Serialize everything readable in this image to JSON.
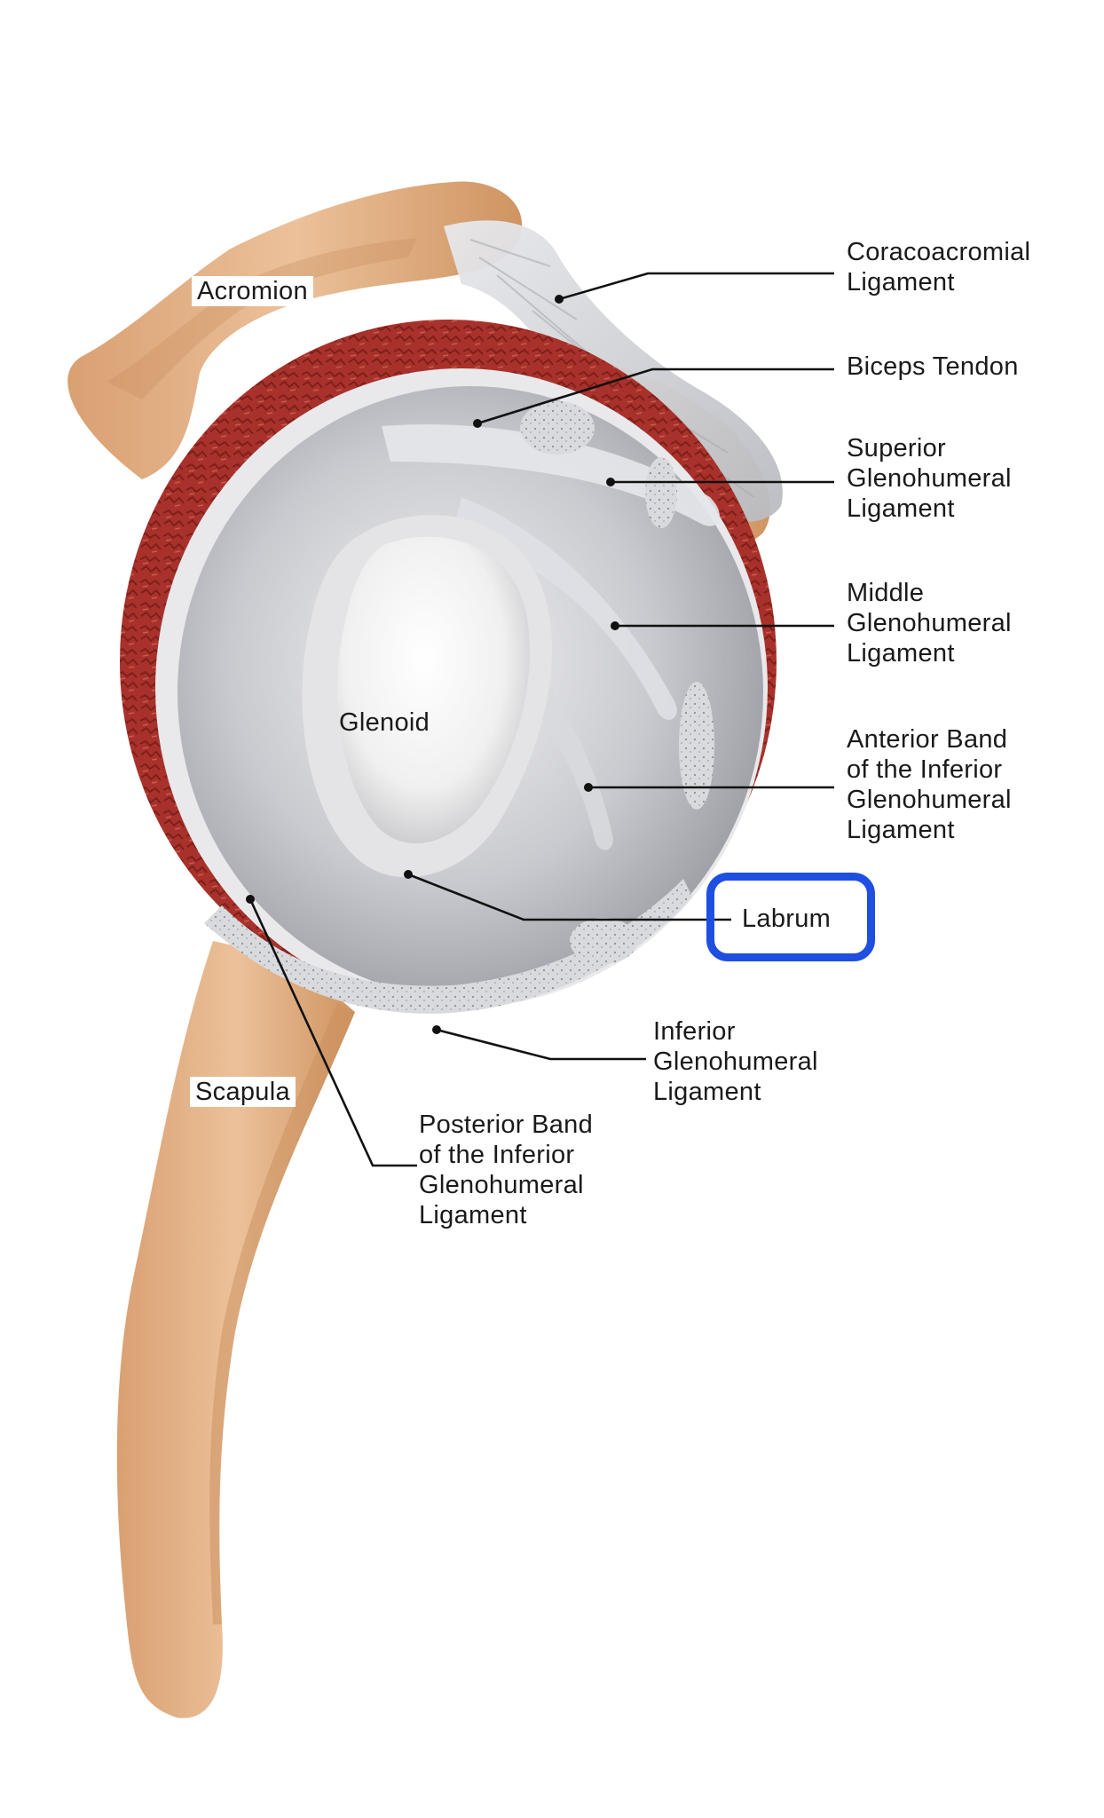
{
  "colors": {
    "bone": "#e3b48a",
    "bone_shade": "#c98f5e",
    "labrum_muscle": "#a8322b",
    "capsule": "#cfd0d4",
    "cartilage": "#f4f4f4",
    "highlight": "#1f4fe0",
    "leader": "#111111"
  },
  "labels": {
    "acromion": "Acromion",
    "glenoid": "Glenoid",
    "scapula": "Scapula",
    "coracoacromial": [
      "Coracoacromial",
      "Ligament"
    ],
    "biceps": "Biceps Tendon",
    "superior": [
      "Superior",
      "Glenohumeral",
      "Ligament"
    ],
    "middle": [
      "Middle",
      "Glenohumeral",
      "Ligament"
    ],
    "anterior": [
      "Anterior Band",
      "of the Inferior",
      "Glenohumeral",
      "Ligament"
    ],
    "labrum": "Labrum",
    "inferior": [
      "Inferior",
      "Glenohumeral",
      "Ligament"
    ],
    "posterior": [
      "Posterior Band",
      "of the Inferior",
      "Glenohumeral",
      "Ligament"
    ]
  }
}
